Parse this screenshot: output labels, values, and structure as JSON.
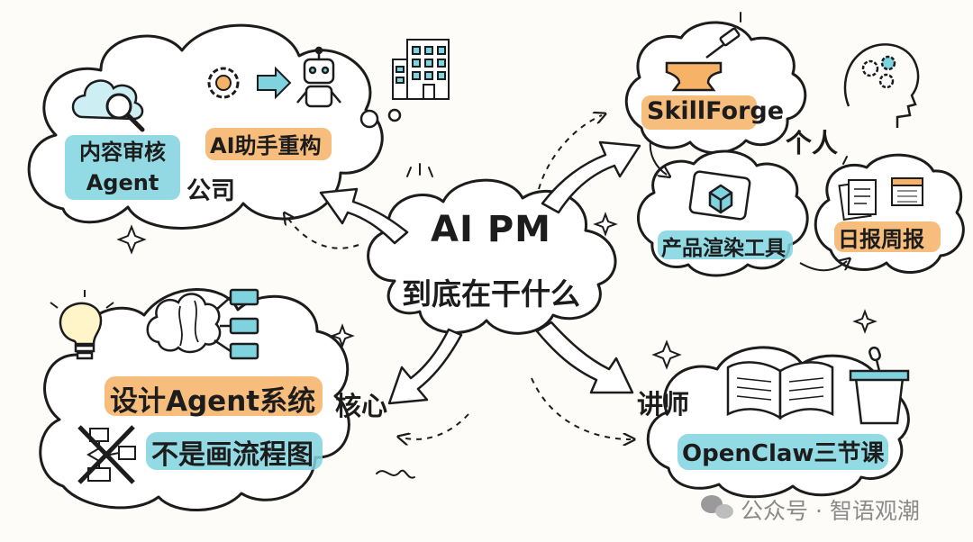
{
  "center": {
    "title": "AI PM",
    "subtitle": "到底在干什么"
  },
  "company": {
    "label": "公司",
    "items": [
      {
        "line1": "内容审核",
        "line2": "Agent"
      },
      {
        "text": "AI助手重构"
      }
    ]
  },
  "personal": {
    "label": "个人",
    "items": [
      "SkillForge",
      "产品渲染工具",
      "日报周报"
    ]
  },
  "core": {
    "label": "核心",
    "items": [
      "设计Agent系统",
      "不是画流程图"
    ]
  },
  "lecturer": {
    "label": "讲师",
    "items": [
      "OpenClaw三节课"
    ]
  },
  "watermark": {
    "text": "公众号 · 智语观潮"
  },
  "colors": {
    "ink": "#1c1c1c",
    "teal_highlight": "#7fd3df",
    "orange_highlight": "#f6b266",
    "background": "#fdfcf8"
  },
  "icons": [
    "cloud-search-icon",
    "gear-icon",
    "arrow-right-icon",
    "robot-icon",
    "office-building-icon",
    "anvil-hammer-icon",
    "head-gears-icon",
    "tablet-cube-icon",
    "documents-calendar-icon",
    "lightbulb-icon",
    "brain-circuit-icon",
    "crossed-flowchart-icon",
    "open-book-icon",
    "podium-microphone-icon",
    "wechat-icon"
  ]
}
